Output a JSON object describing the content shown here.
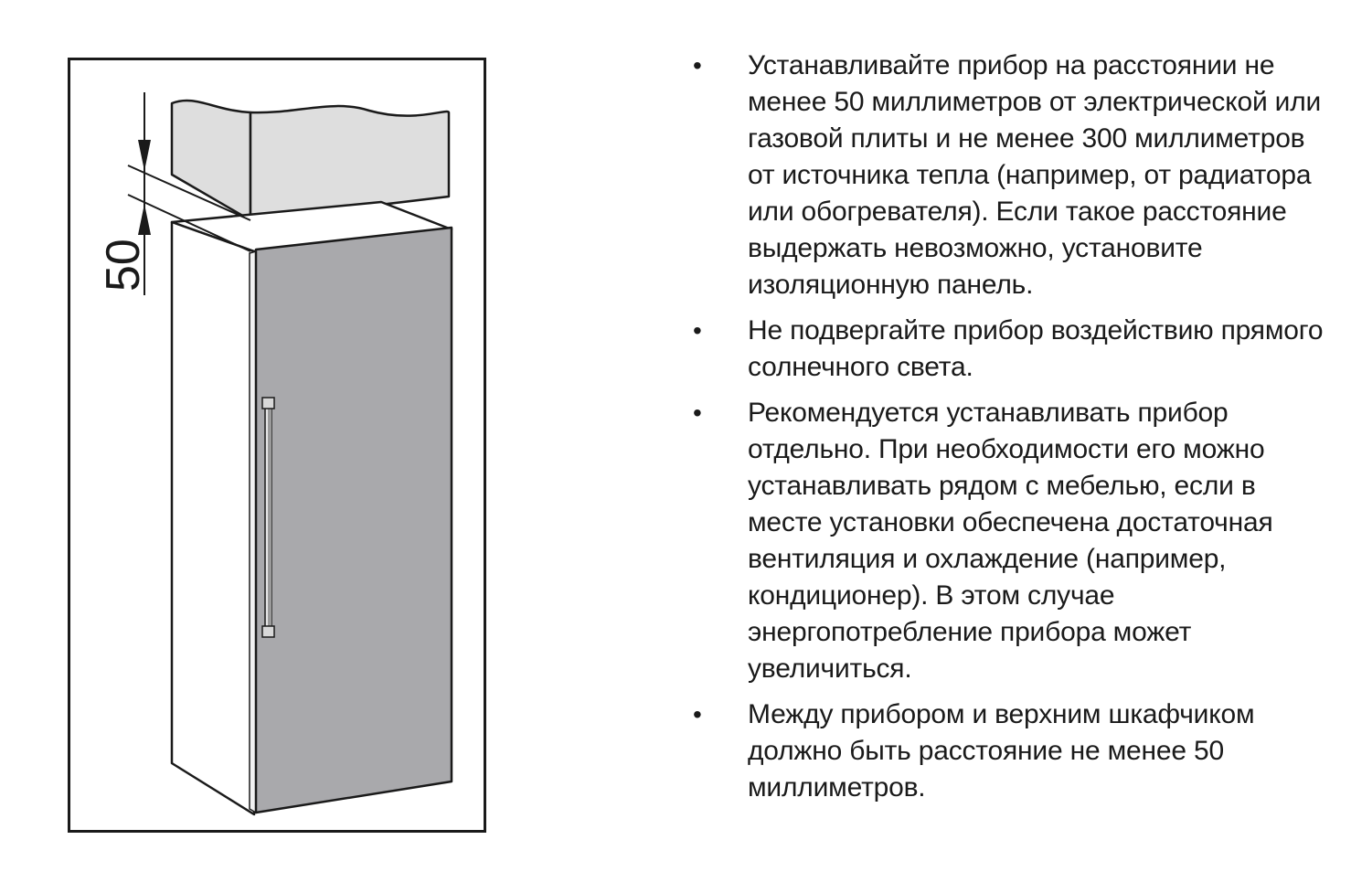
{
  "figure": {
    "dimension_label": "50"
  },
  "instructions": [
    {
      "bullet": "•",
      "text": "Устанавливайте прибор на расстоянии не менее 50 миллиметров от электрической или газовой плиты и не менее 300 миллиметров от источника тепла (например, от радиатора или обогревателя). Если такое расстояние выдержать невозможно, установите изоляционную панель."
    },
    {
      "bullet": "•",
      "text": "Не подвергайте прибор воздействию прямого солнечного света."
    },
    {
      "bullet": "•",
      "text": "Рекомендуется устанавливать прибор отдельно. При необходимости его можно устанавливать рядом с мебелью, если в месте установки обеспечена достаточная вентиляция и охлаждение (например, кондиционер). В этом случае энергопотребление прибора может увеличиться."
    },
    {
      "bullet": "•",
      "text": "Между прибором и верхним шкафчиком должно быть расстояние не менее 50 миллиметров."
    }
  ],
  "colors": {
    "door_fill": "#a9a9ac",
    "cabinet_fill": "#dedede",
    "stroke": "#1a1a1a"
  }
}
